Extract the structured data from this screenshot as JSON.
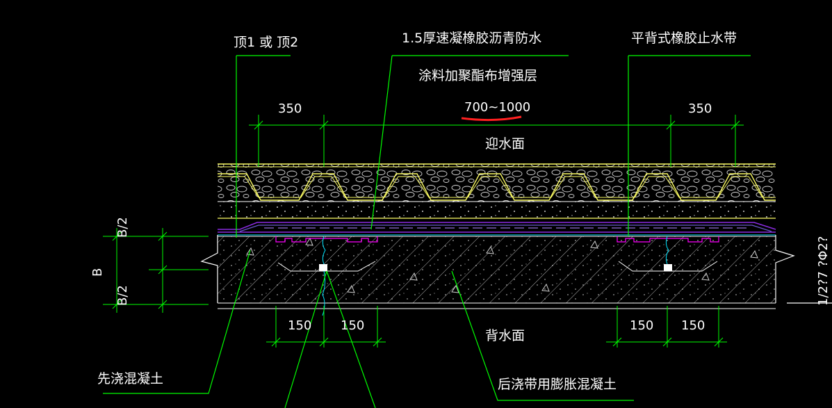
{
  "labels": {
    "top_ref": "顶1 或 顶2",
    "membrane_line1": "1.5厚速凝橡胶沥青防水",
    "membrane_line2": "涂料加聚酯布增强层",
    "waterstop": "平背式橡胶止水带",
    "width_range": "700~1000",
    "dim_350_left": "350",
    "dim_350_right": "350",
    "water_face": "迎水面",
    "back_face": "背水面",
    "dim_150_a": "150",
    "dim_150_b": "150",
    "dim_150_c": "150",
    "dim_150_d": "150",
    "first_pour": "先浇混凝土",
    "post_pour": "后浇带用膨胀混凝土",
    "thickness_B": "B",
    "half_B_top": "B/2",
    "half_B_bottom": "B/2",
    "rebar_note": "1/2?7 ?Φ2?"
  },
  "colors": {
    "background": "#000000",
    "leader": "#00ff00",
    "layer": "#ffff66",
    "membrane": "#8a2be2",
    "waterstop": "#ff00ff",
    "hatch": "#c0c0c0",
    "highlight": "#ff2020"
  }
}
